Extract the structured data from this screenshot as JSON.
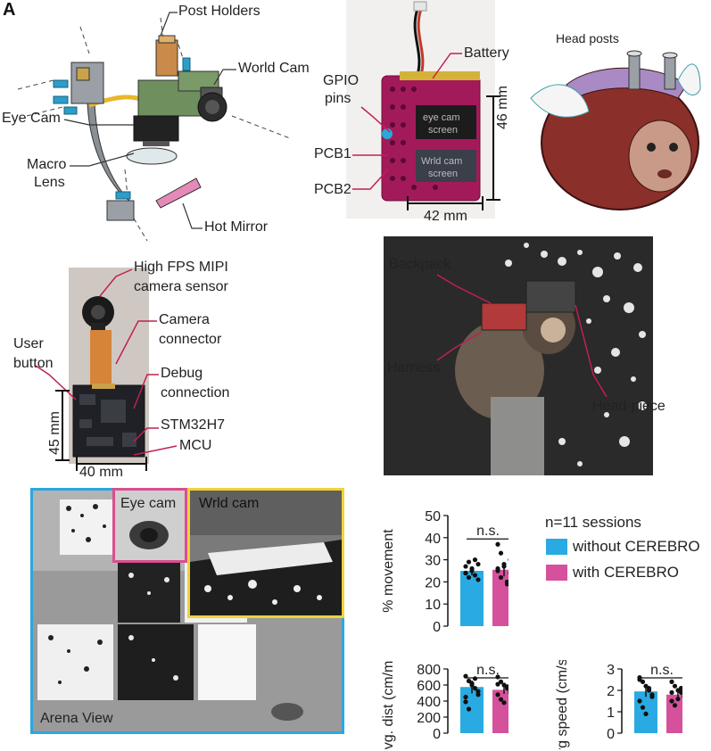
{
  "panel_a": {
    "letter": "A",
    "labels": {
      "post_holders": "Post Holders",
      "world_cam": "World Cam",
      "eye_cam": "Eye Cam",
      "macro_lens_1": "Macro",
      "macro_lens_2": "Lens",
      "hot_mirror": "Hot Mirror"
    }
  },
  "panel_b": {
    "labels": {
      "battery": "Battery",
      "gpio_1": "GPIO",
      "gpio_2": "pins",
      "pcb1": "PCB1",
      "pcb2": "PCB2",
      "eye_screen_1": "eye cam",
      "eye_screen_2": "screen",
      "wrld_screen_1": "Wrld cam",
      "wrld_screen_2": "screen",
      "height": "46 mm",
      "width": "42 mm"
    }
  },
  "panel_c": {
    "labels": {
      "head_posts": "Head posts"
    }
  },
  "panel_d": {
    "labels": {
      "sensor_1": "High FPS MIPI",
      "sensor_2": "camera sensor",
      "connector_1": "Camera",
      "connector_2": "connector",
      "user_1": "User",
      "user_2": "button",
      "debug_1": "Debug",
      "debug_2": "connection",
      "mcu_1": "STM32H7",
      "mcu_2": "MCU",
      "height": "45 mm",
      "width": "40 mm"
    }
  },
  "panel_e": {
    "labels": {
      "backpack": "Backpack",
      "harness": "Harness",
      "headpiece": "Head-piece"
    }
  },
  "panel_f": {
    "labels": {
      "eye_cam": "Eye cam",
      "wrld_cam": "Wrld cam",
      "arena": "Arena View"
    },
    "colors": {
      "arena_border": "#2aa7df",
      "eye_border": "#d94f8e",
      "wrld_border": "#f2d23a"
    }
  },
  "legend": {
    "title": "n=11 sessions",
    "items": [
      {
        "label": "without CEREBRO",
        "color": "#29aae2"
      },
      {
        "label": "with CEREBRO",
        "color": "#d6519b"
      }
    ]
  },
  "chart_data": [
    {
      "type": "bar",
      "ylabel": "% movement",
      "ylim": [
        0,
        50
      ],
      "yticks": [
        "0",
        "10",
        "20",
        "30",
        "40",
        "50"
      ],
      "significance": "n.s.",
      "series": [
        {
          "name": "without CEREBRO",
          "value": 25,
          "error": 2,
          "points": [
            27,
            29,
            26,
            23,
            28,
            24,
            22,
            25,
            30,
            21,
            24
          ]
        },
        {
          "name": "with CEREBRO",
          "value": 25.5,
          "error": 3,
          "points": [
            37,
            33,
            28,
            20,
            30,
            25,
            22,
            27,
            19,
            24,
            26
          ]
        }
      ]
    },
    {
      "type": "bar",
      "ylabel": "avg. dist (cm/min)",
      "ylim": [
        0,
        800
      ],
      "yticks": [
        "0",
        "200",
        "400",
        "600",
        "800"
      ],
      "significance": "n.s.",
      "series": [
        {
          "name": "without CEREBRO",
          "value": 575,
          "error": 80,
          "points": [
            710,
            650,
            620,
            560,
            480,
            390,
            300,
            600,
            680,
            520,
            450
          ]
        },
        {
          "name": "with CEREBRO",
          "value": 540,
          "error": 50,
          "points": [
            700,
            640,
            600,
            560,
            520,
            480,
            420,
            380,
            580,
            500,
            610
          ]
        }
      ]
    },
    {
      "type": "bar",
      "ylabel": "avg speed (cm/sec)",
      "ylim": [
        0,
        3
      ],
      "yticks": [
        "0",
        "1",
        "2",
        "3"
      ],
      "significance": "n.s.",
      "series": [
        {
          "name": "without CEREBRO",
          "value": 1.95,
          "error": 0.25,
          "points": [
            2.6,
            2.4,
            2.2,
            2.0,
            1.8,
            1.5,
            1.2,
            0.9,
            2.1,
            1.7,
            2.5
          ]
        },
        {
          "name": "with CEREBRO",
          "value": 1.8,
          "error": 0.15,
          "points": [
            2.4,
            2.2,
            2.0,
            1.9,
            1.7,
            1.5,
            1.3,
            1.6,
            2.1,
            1.8,
            1.9
          ]
        }
      ]
    }
  ]
}
